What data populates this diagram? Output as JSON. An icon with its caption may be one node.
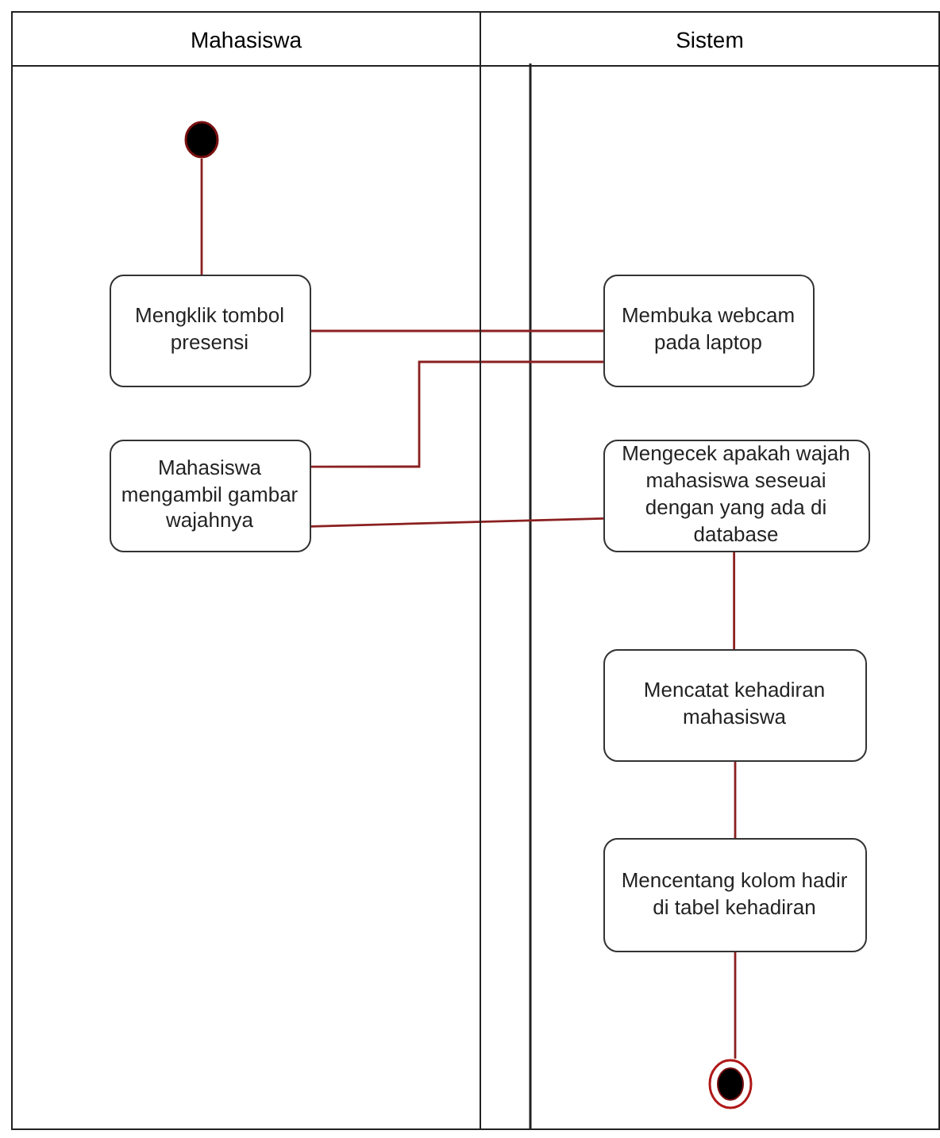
{
  "diagram": {
    "nodes": [
      {
        "text": [
          "Mahasiswa"
        ]
      },
      {
        "text": [
          "Sistem"
        ]
      },
      {
        "text": [],
        "shape": "circle",
        "in": 0
      },
      {
        "text": [
          "Mengklik tombol presensi"
        ],
        "in": 0
      },
      {
        "text": [
          "Mahasiswa mengambil gambar wajahnya"
        ],
        "in": 0
      },
      {
        "text": [
          "Membuka webcam pada laptop"
        ],
        "in": 1
      },
      {
        "text": [
          "Mengecek apakah wajah mahasiswa seseuai dengan yang ada di database"
        ],
        "in": 1
      },
      {
        "text": [
          "Mencatat kehadiran mahasiswa"
        ],
        "in": 1
      },
      {
        "text": [
          "Mencentang kolom hadir di tabel kehadiran"
        ],
        "in": 1
      },
      {
        "text": [],
        "shape": "bullseye",
        "in": 1
      }
    ],
    "edges": [
      {
        "from": 2,
        "to": 3,
        "arrow": "none"
      },
      {
        "from": 3,
        "to": 5,
        "arrow": "none"
      },
      {
        "from": 4,
        "to": 5,
        "arrow": "none"
      },
      {
        "from": 4,
        "to": 6,
        "arrow": "none"
      },
      {
        "from": 6,
        "to": 7,
        "arrow": "none"
      },
      {
        "from": 7,
        "to": 8,
        "arrow": "none"
      },
      {
        "from": 8,
        "to": 9,
        "arrow": "none"
      }
    ]
  }
}
